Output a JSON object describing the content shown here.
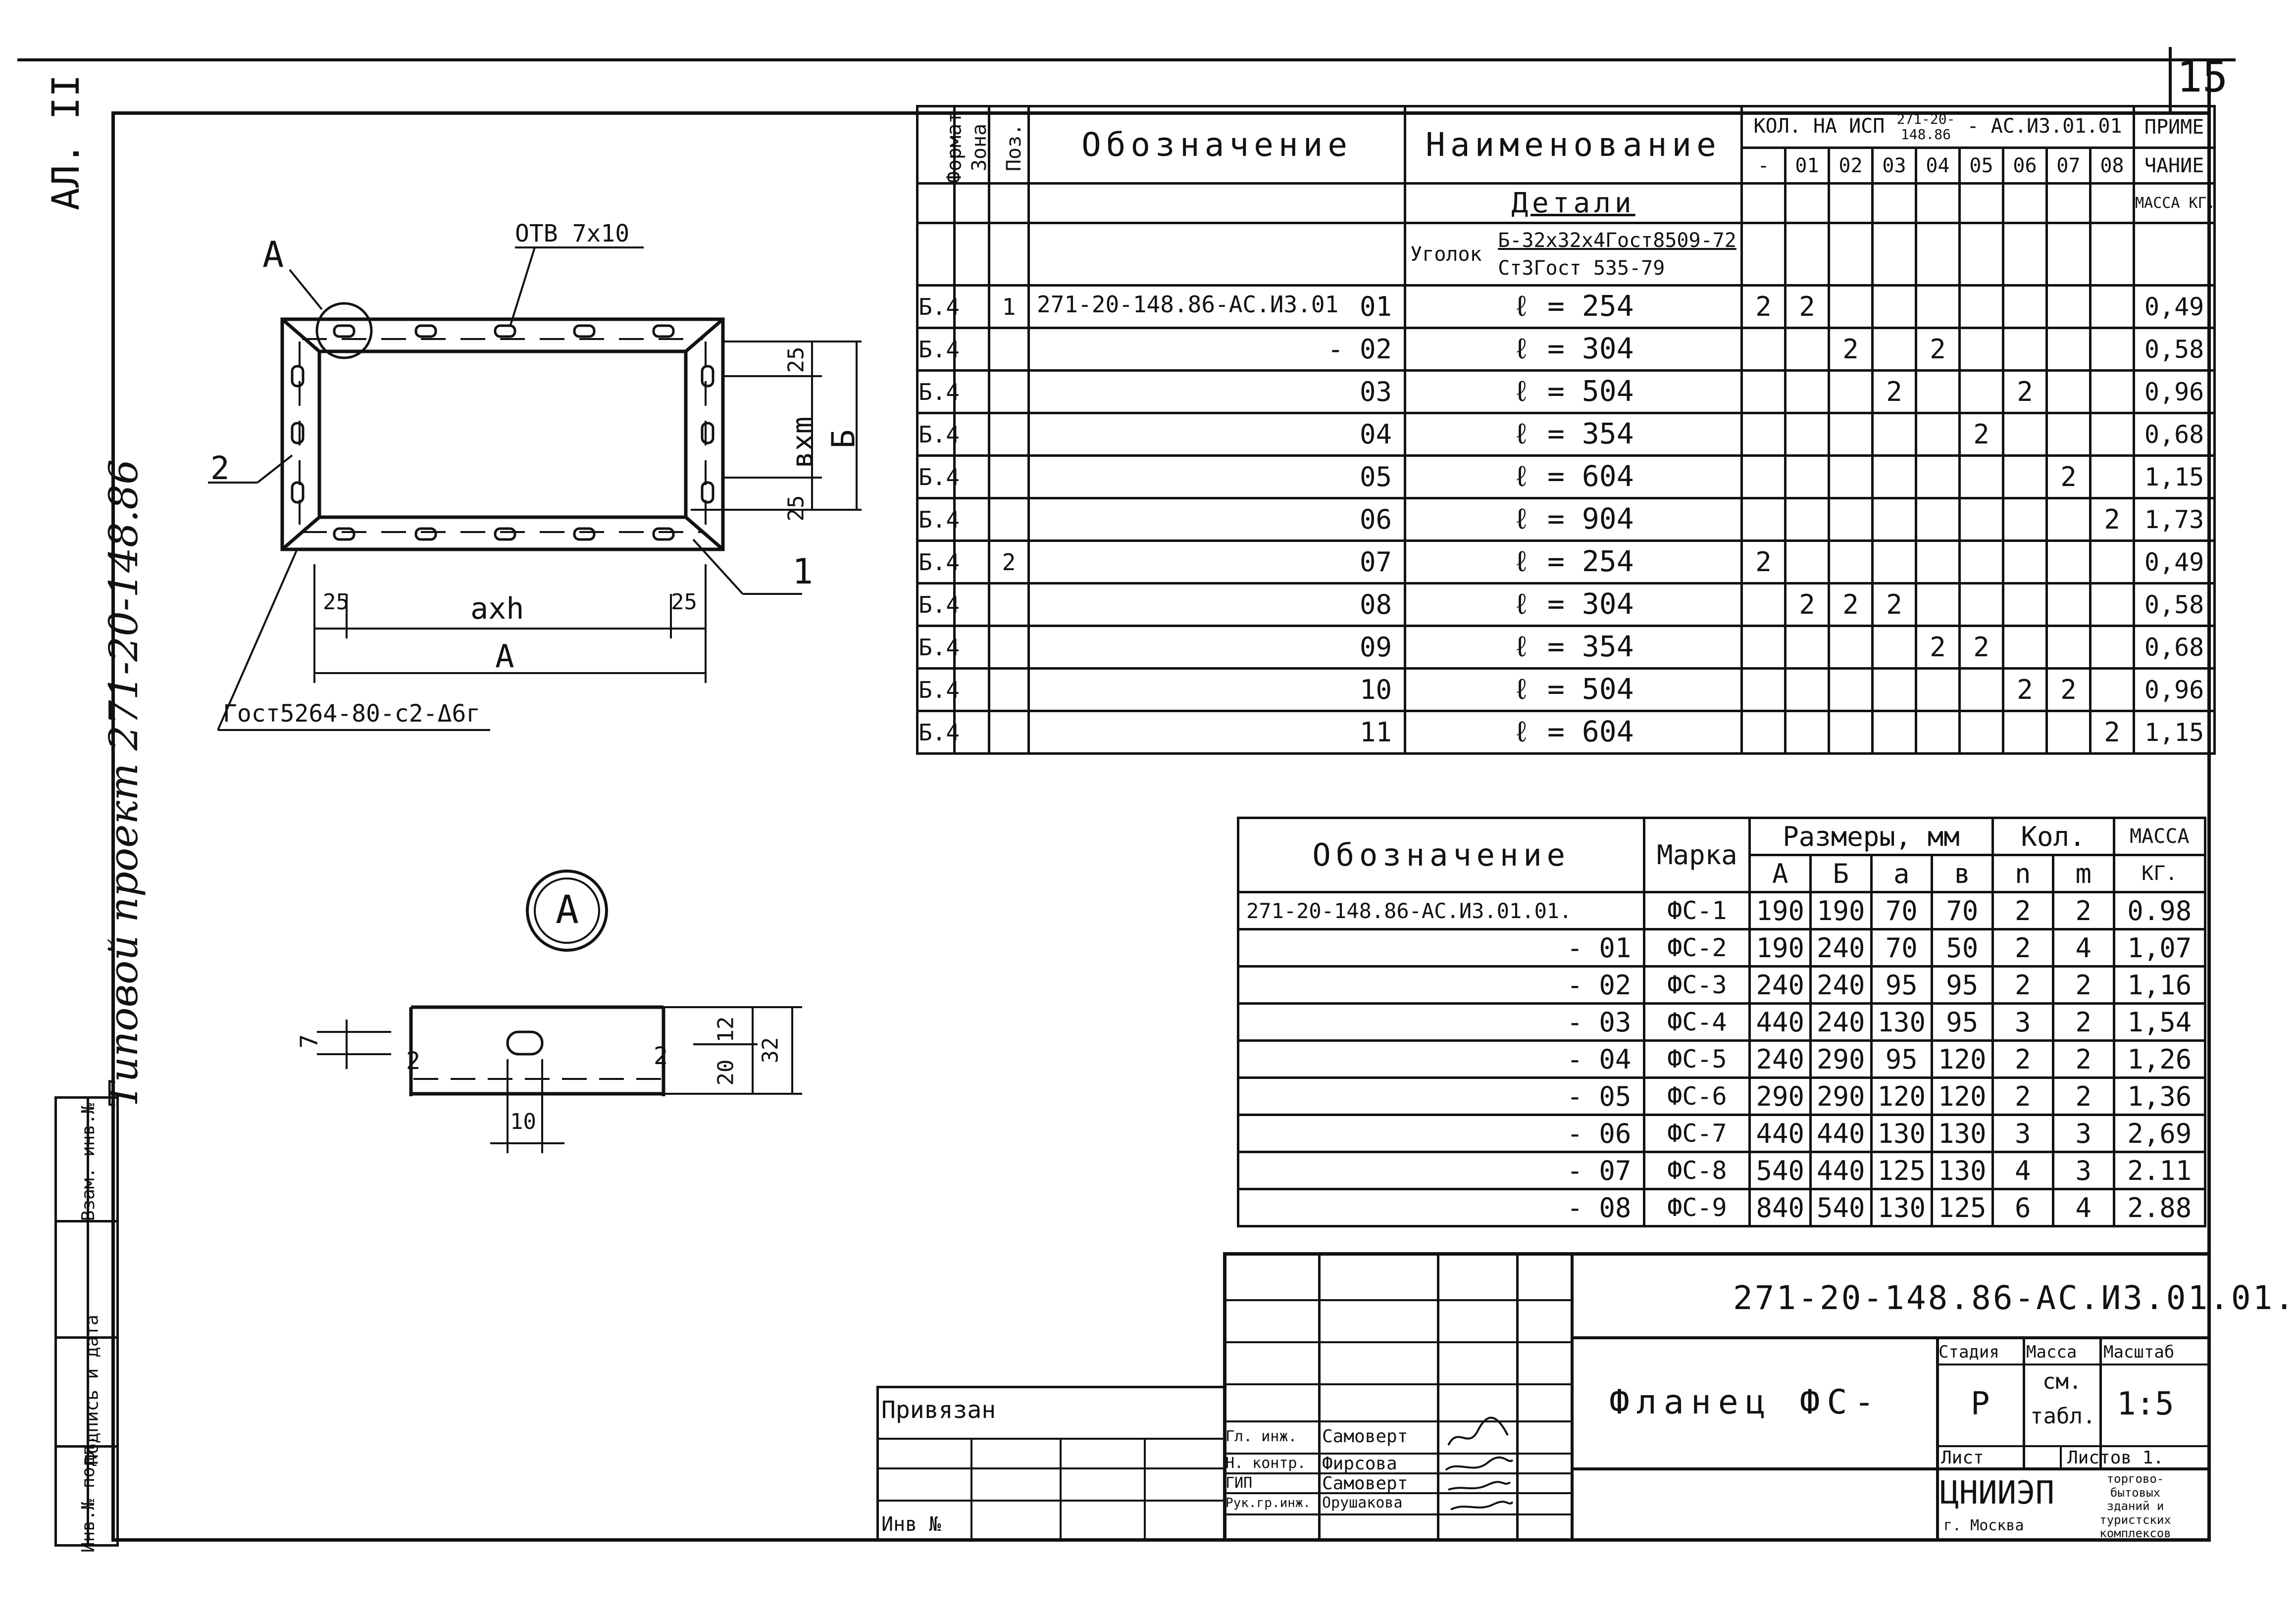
{
  "sheet": {
    "number": "15",
    "album": "АЛ. II",
    "project_vertical": "Типовой проект 271-20-148.86"
  },
  "drawing": {
    "hole_label": "ОТВ 7х10",
    "callout_a": "А",
    "pos_1": "1",
    "pos_2": "2",
    "dim_25_top": "25",
    "dim_25_bottom": "25",
    "dim_bxm": "вхm",
    "dim_b": "Б",
    "dim_25_left": "25",
    "dim_25_right": "25",
    "dim_axh": "ахh",
    "dim_a_total": "А",
    "weld_note": "Гост5264-80-с2-Δ6г",
    "detail_label": "А",
    "detail_dim_7": "7",
    "detail_dim_12": "12",
    "detail_dim_20": "20",
    "detail_dim_32": "32",
    "detail_dim_10": "10",
    "weld_mark_left": "2",
    "weld_mark_right": "2"
  },
  "spec": {
    "headers": {
      "format": "Формат",
      "zone": "Зона",
      "pos": "Поз.",
      "designation": "Обозначение",
      "name": "Наименование",
      "qty": "КОЛ. НА ИСП",
      "qty_doc_top": "271-20-",
      "qty_doc_bottom": "148.86",
      "qty_doc_suffix": "- АС.ИЗ.01.01",
      "note_top": "ПРИМЕ",
      "note_bottom": "ЧАНИЕ",
      "exec_cols": [
        "-",
        "01",
        "02",
        "03",
        "04",
        "05",
        "06",
        "07",
        "08"
      ]
    },
    "section_title": "Детали",
    "mass_unit": "МАССА КГ.",
    "angle_label": "Уголок",
    "angle_spec_top": "Б-32х32х4Гост8509-72",
    "angle_spec_bottom": "Ст3Гост 535-79",
    "rows": [
      {
        "format": "Б.4",
        "pos": "1",
        "designation": "271-20-148.86-АС.ИЗ.01",
        "suffix": "01",
        "name": "ℓ = 254",
        "q": [
          "2",
          "2",
          "",
          "",
          "",
          "",
          "",
          "",
          ""
        ],
        "mass": "0,49"
      },
      {
        "format": "Б.4",
        "pos": "",
        "designation": "",
        "suffix": "- 02",
        "name": "ℓ = 304",
        "q": [
          "",
          "",
          "2",
          "",
          "2",
          "",
          "",
          "",
          ""
        ],
        "mass": "0,58"
      },
      {
        "format": "Б.4",
        "pos": "",
        "designation": "",
        "suffix": "03",
        "name": "ℓ = 504",
        "q": [
          "",
          "",
          "",
          "2",
          "",
          "",
          "2",
          "",
          ""
        ],
        "mass": "0,96"
      },
      {
        "format": "Б.4",
        "pos": "",
        "designation": "",
        "suffix": "04",
        "name": "ℓ = 354",
        "q": [
          "",
          "",
          "",
          "",
          "",
          "2",
          "",
          "",
          ""
        ],
        "mass": "0,68"
      },
      {
        "format": "Б.4",
        "pos": "",
        "designation": "",
        "suffix": "05",
        "name": "ℓ = 604",
        "q": [
          "",
          "",
          "",
          "",
          "",
          "",
          "",
          "2",
          ""
        ],
        "mass": "1,15"
      },
      {
        "format": "Б.4",
        "pos": "",
        "designation": "",
        "suffix": "06",
        "name": "ℓ = 904",
        "q": [
          "",
          "",
          "",
          "",
          "",
          "",
          "",
          "",
          "2"
        ],
        "mass": "1,73"
      },
      {
        "format": "Б.4",
        "pos": "2",
        "designation": "",
        "suffix": "07",
        "name": "ℓ = 254",
        "q": [
          "2",
          "",
          "",
          "",
          "",
          "",
          "",
          "",
          ""
        ],
        "mass": "0,49"
      },
      {
        "format": "Б.4",
        "pos": "",
        "designation": "",
        "suffix": "08",
        "name": "ℓ = 304",
        "q": [
          "",
          "2",
          "2",
          "2",
          "",
          "",
          "",
          "",
          ""
        ],
        "mass": "0,58"
      },
      {
        "format": "Б.4",
        "pos": "",
        "designation": "",
        "suffix": "09",
        "name": "ℓ = 354",
        "q": [
          "",
          "",
          "",
          "",
          "2",
          "2",
          "",
          "",
          ""
        ],
        "mass": "0,68"
      },
      {
        "format": "Б.4",
        "pos": "",
        "designation": "",
        "suffix": "10",
        "name": "ℓ = 504",
        "q": [
          "",
          "",
          "",
          "",
          "",
          "",
          "2",
          "2",
          ""
        ],
        "mass": "0,96"
      },
      {
        "format": "Б.4",
        "pos": "",
        "designation": "",
        "suffix": "11",
        "name": "ℓ = 604",
        "q": [
          "",
          "",
          "",
          "",
          "",
          "",
          "",
          "",
          "2"
        ],
        "mass": "1,15"
      }
    ]
  },
  "sizes": {
    "headers": {
      "designation": "Обозначение",
      "mark": "Марка",
      "dims": "Размеры, мм",
      "qty": "Кол.",
      "mass_top": "МАССА",
      "mass_bottom": "КГ.",
      "A": "А",
      "B": "Б",
      "a": "а",
      "b": "в",
      "n": "n",
      "m": "m"
    },
    "rows": [
      {
        "designation": "271-20-148.86-АС.ИЗ.01.01.",
        "mark": "ФС-1",
        "A": "190",
        "B": "190",
        "a": "70",
        "b": "70",
        "n": "2",
        "m": "2",
        "mass": "0.98"
      },
      {
        "designation": "- 01",
        "mark": "ФС-2",
        "A": "190",
        "B": "240",
        "a": "70",
        "b": "50",
        "n": "2",
        "m": "4",
        "mass": "1,07"
      },
      {
        "designation": "- 02",
        "mark": "ФС-3",
        "A": "240",
        "B": "240",
        "a": "95",
        "b": "95",
        "n": "2",
        "m": "2",
        "mass": "1,16"
      },
      {
        "designation": "- 03",
        "mark": "ФС-4",
        "A": "440",
        "B": "240",
        "a": "130",
        "b": "95",
        "n": "3",
        "m": "2",
        "mass": "1,54"
      },
      {
        "designation": "- 04",
        "mark": "ФС-5",
        "A": "240",
        "B": "290",
        "a": "95",
        "b": "120",
        "n": "2",
        "m": "2",
        "mass": "1,26"
      },
      {
        "designation": "- 05",
        "mark": "ФС-6",
        "A": "290",
        "B": "290",
        "a": "120",
        "b": "120",
        "n": "2",
        "m": "2",
        "mass": "1,36"
      },
      {
        "designation": "- 06",
        "mark": "ФС-7",
        "A": "440",
        "B": "440",
        "a": "130",
        "b": "130",
        "n": "3",
        "m": "3",
        "mass": "2,69"
      },
      {
        "designation": "- 07",
        "mark": "ФС-8",
        "A": "540",
        "B": "440",
        "a": "125",
        "b": "130",
        "n": "4",
        "m": "3",
        "mass": "2.11"
      },
      {
        "designation": "- 08",
        "mark": "ФС-9",
        "A": "840",
        "B": "540",
        "a": "130",
        "b": "125",
        "n": "6",
        "m": "4",
        "mass": "2.88"
      }
    ]
  },
  "title_block": {
    "doc_code": "271-20-148.86-АС.ИЗ.01.01.",
    "title": "Фланец ФС-",
    "stage_label": "Стадия",
    "mass_label": "Масса",
    "scale_label": "Масштаб",
    "stage": "Р",
    "mass_value_top": "см.",
    "mass_value_bottom": "табл.",
    "scale": "1:5",
    "sheet_label": "Лист",
    "sheets_label": "Листов 1.",
    "org": "ЦНИИЭП",
    "org_city": "г. Москва",
    "org_desc": [
      "торгово-",
      "бытовых",
      "зданий и",
      "туристских",
      "комплексов"
    ],
    "linked": "Привязан",
    "inv": "Инв №",
    "signers": [
      {
        "role": "Гл. инж.",
        "name": "Самоверт"
      },
      {
        "role": "Н. контр.",
        "name": "Фирсова"
      },
      {
        "role": "ГИП",
        "name": "Самоверт"
      },
      {
        "role": "Рук.гр.инж.",
        "name": "Орушакова"
      }
    ]
  },
  "side_stamp": {
    "inv_orig": "Инв.№ подл.",
    "sign_date": "Подпись и дата",
    "replace_inv": "Взам. инв.№"
  }
}
